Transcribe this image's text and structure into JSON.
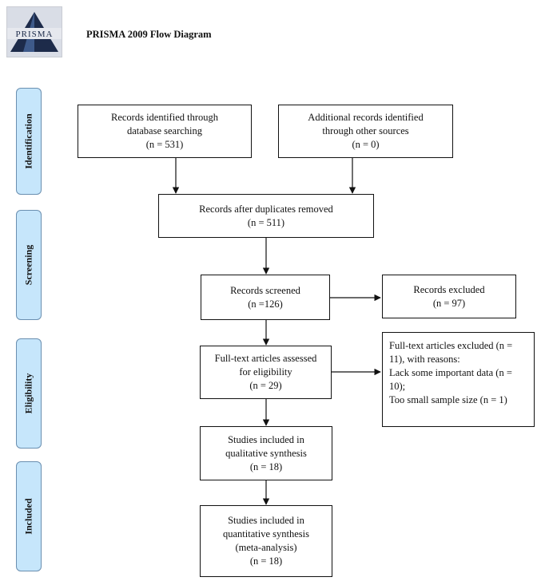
{
  "header": {
    "title": "PRISMA 2009 Flow Diagram",
    "logo_text": "PRISMA"
  },
  "phases": [
    "Identification",
    "Screening",
    "Eligibility",
    "Included"
  ],
  "boxes": {
    "db_search": [
      "Records identified through",
      "database searching",
      "(n = 531)"
    ],
    "other_sources": [
      "Additional records identified",
      "through other sources",
      "(n = 0)"
    ],
    "dup_removed": [
      "Records after duplicates removed",
      "(n = 511)"
    ],
    "screened": [
      "Records screened",
      "(n =126)"
    ],
    "excluded": [
      "Records excluded",
      "(n = 97)"
    ],
    "fulltext": [
      "Full-text articles assessed",
      "for eligibility",
      "(n = 29)"
    ],
    "fulltext_excluded": [
      "Full-text articles excluded (n =",
      "11), with reasons:",
      "Lack some important data (n =",
      "10);",
      "Too small sample size (n = 1)"
    ],
    "qualitative": [
      "Studies included in",
      "qualitative synthesis",
      "(n = 18)"
    ],
    "quantitative": [
      "Studies included in",
      "quantitative synthesis",
      "(meta-analysis)",
      "(n = 18)"
    ]
  }
}
